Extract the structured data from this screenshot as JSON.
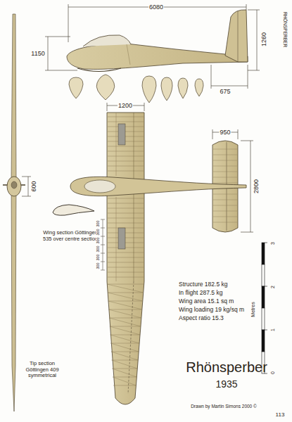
{
  "diagram": {
    "title": "Rhönsperber",
    "labels": [
      "6080",
      "1150",
      "1260",
      "675",
      "1200",
      "950",
      "2800",
      "600",
      "Wing section Göttingen 535 over centre section",
      "300",
      "300",
      "300",
      "300",
      "300",
      "300",
      "Tip section Göttingen 409 symmetrical",
      "Structure 182.5 kg",
      "In flight 287.5 kg",
      "Wing area 15.1 sq m",
      "Wing loading 19 kg/sq m",
      "Aspect ratio 15.3",
      "3",
      "2",
      "1",
      "0",
      "Metres",
      "1935",
      "Drawn by Martin Simons 2000 ©",
      "113",
      "RHÖNSPERBER"
    ]
  }
}
